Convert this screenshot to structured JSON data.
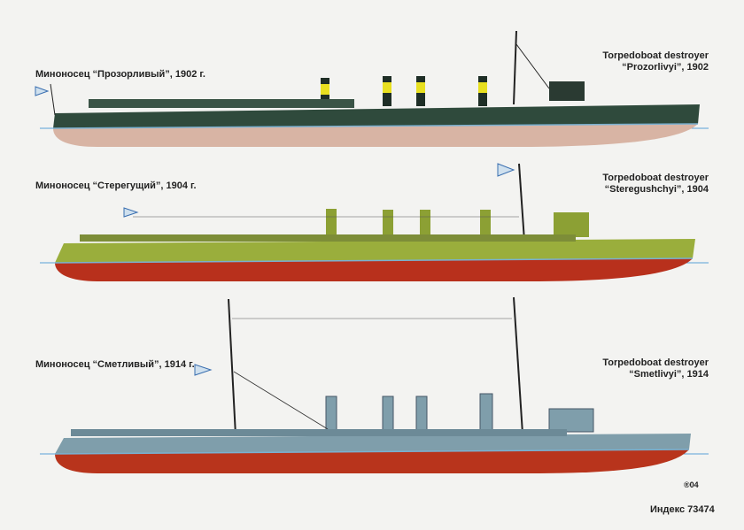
{
  "ships": [
    {
      "label_ru": "Миноносец “Прозорливый”, 1902 г.",
      "label_en_1": "Torpedoboat destroyer",
      "label_en_2": "“Prozorlivyi”, 1902",
      "hull_color": "#2f4a3c",
      "bottom_color": "#d8b4a4",
      "funnel_band": "#e8e020"
    },
    {
      "label_ru": "Миноносец “Стерегущий”, 1904 г.",
      "label_en_1": "Torpedoboat destroyer",
      "label_en_2": "“Steregushchyi”, 1904",
      "hull_color": "#9aae3c",
      "bottom_color": "#b8301c"
    },
    {
      "label_ru": "Миноносец “Сметливый”, 1914 г.",
      "label_en_1": "Torpedoboat destroyer",
      "label_en_2": "“Smetlivyi”, 1914",
      "hull_color": "#7f9eab",
      "bottom_color": "#b8341c"
    }
  ],
  "signature": "®04",
  "index_label": "Индекс 73474"
}
